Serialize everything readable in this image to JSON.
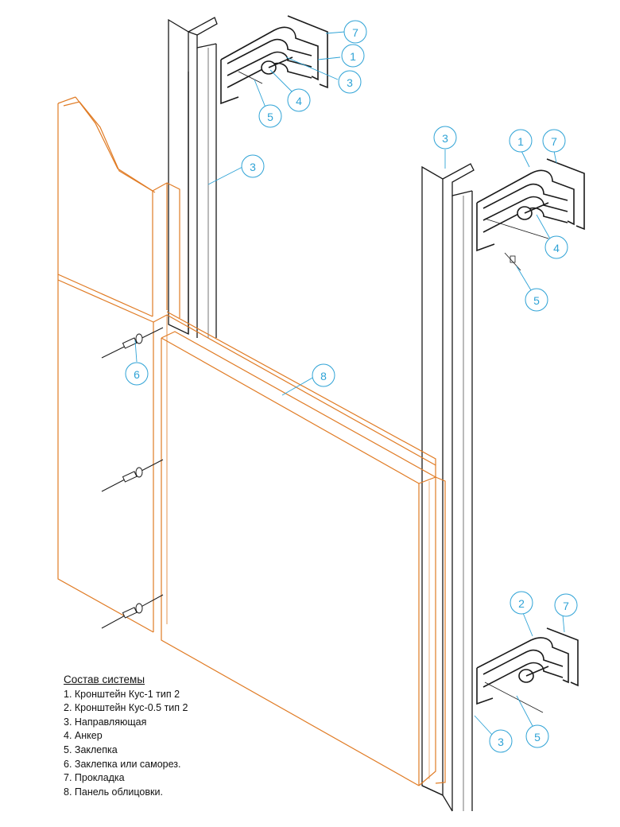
{
  "colors": {
    "line": "#1a1a1a",
    "panel": "#e07b24",
    "callout": "#2fa3d6"
  },
  "legend": {
    "title": "Состав системы",
    "items": [
      "1. Кронштейн Кус-1 тип 2",
      "2. Кронштейн Кус-0.5 тип 2",
      "3. Направляющая",
      "4. Анкер",
      "5. Заклепка",
      "6. Заклепка или саморез.",
      "7. Прокладка",
      "8. Панель облицовки."
    ]
  },
  "callouts": [
    {
      "label": "7",
      "icon": "callout-bubble"
    },
    {
      "label": "1",
      "icon": "callout-bubble"
    },
    {
      "label": "3",
      "icon": "callout-bubble"
    },
    {
      "label": "4",
      "icon": "callout-bubble"
    },
    {
      "label": "5",
      "icon": "callout-bubble"
    },
    {
      "label": "3",
      "icon": "callout-bubble"
    },
    {
      "label": "3",
      "icon": "callout-bubble"
    },
    {
      "label": "1",
      "icon": "callout-bubble"
    },
    {
      "label": "7",
      "icon": "callout-bubble"
    },
    {
      "label": "4",
      "icon": "callout-bubble"
    },
    {
      "label": "5",
      "icon": "callout-bubble"
    },
    {
      "label": "6",
      "icon": "callout-bubble"
    },
    {
      "label": "8",
      "icon": "callout-bubble"
    },
    {
      "label": "2",
      "icon": "callout-bubble"
    },
    {
      "label": "7",
      "icon": "callout-bubble"
    },
    {
      "label": "3",
      "icon": "callout-bubble"
    },
    {
      "label": "5",
      "icon": "callout-bubble"
    }
  ]
}
